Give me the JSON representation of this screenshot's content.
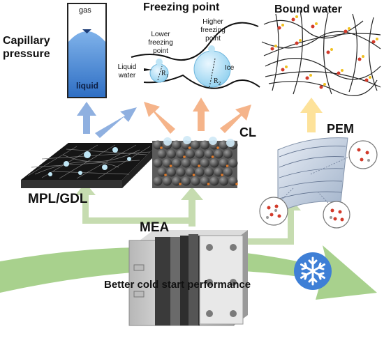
{
  "labels": {
    "capillary": "Capillary pressure",
    "freezing": "Freezing point",
    "bound": "Bound water",
    "gas": "gas",
    "liquid": "liquid",
    "lower_fp": "Lower freezing point",
    "higher_fp": "Higher freezing point",
    "liquid_water": "Liquid water",
    "ice": "Ice",
    "r1": "R",
    "r1_sub": "1",
    "r2": "R",
    "r2_sub": "2",
    "cl": "CL",
    "pem": "PEM",
    "mpl_gdl": "MPL/GDL",
    "mea": "MEA",
    "cold_start": "Better cold start performance"
  },
  "icons": {
    "snowflake": "snowflake-icon"
  },
  "colors": {
    "blue_arrow": "#8fb0e0",
    "orange_arrow": "#f5b48a",
    "yellow_arrow": "#fde29a",
    "green_arrow": "#c6dcb0",
    "green_swoosh": "#a8d18d",
    "liquid_blue": "#3d7fd0",
    "snowflake_circle": "#3e7fd6"
  }
}
